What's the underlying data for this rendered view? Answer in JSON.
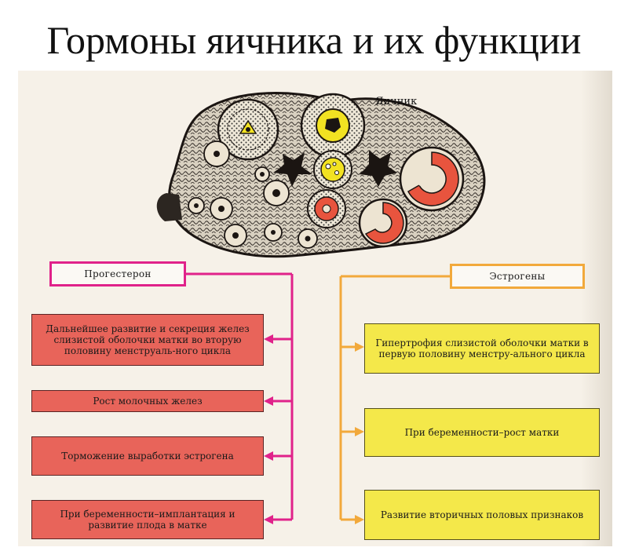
{
  "title": "Гормоны яичника и их функции",
  "ovary_label": "Яичник",
  "progesterone": {
    "header": "Прогестерон",
    "color": "#e0228a",
    "effects": [
      "Дальнейшее развитие и секреция желез слизистой оболочки матки во вторую половину менструаль-ного цикла",
      "Рост молочных желез",
      "Торможение выработки эстрогена",
      "При беременности–имплантация и развитие плода в матке"
    ]
  },
  "estrogens": {
    "header": "Эстрогены",
    "color": "#f2a93b",
    "effects": [
      "Гипертрофия слизистой оболочки матки в первую половину менстру-ального цикла",
      "При беременности–рост матки",
      "Развитие вторичных половых признаков"
    ]
  },
  "colors": {
    "red_box": "#e8645a",
    "yellow_box": "#f4e84a",
    "corpus_luteum": "#e8543e",
    "follicle_yellow": "#f2e222"
  }
}
